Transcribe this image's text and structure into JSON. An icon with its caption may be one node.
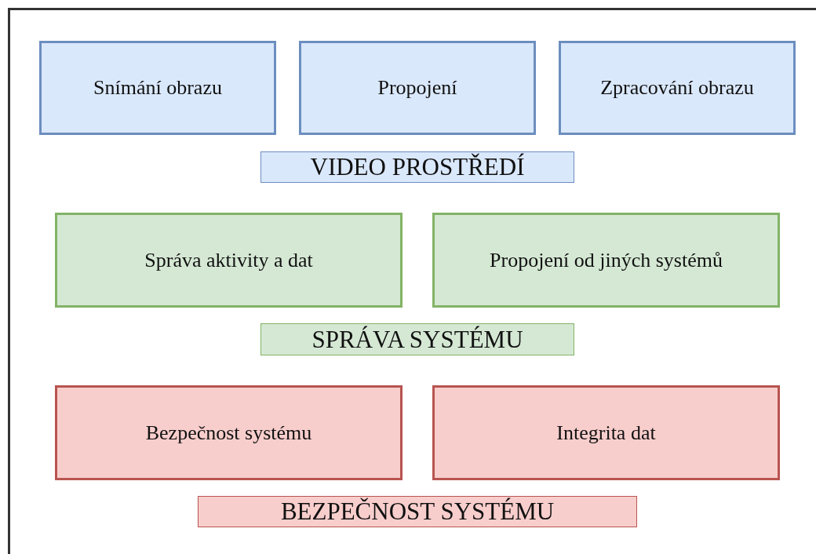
{
  "diagram": {
    "nodes": [
      {
        "text": [
          "Snímání obrazu"
        ]
      },
      {
        "text": [
          "Propojení"
        ]
      },
      {
        "text": [
          "Zpracování obrazu"
        ]
      },
      {
        "text": [
          "VIDEO PROSTŘEDÍ"
        ]
      },
      {
        "text": [
          "Správa aktivity a dat"
        ]
      },
      {
        "text": [
          "Propojení od jiných systémů"
        ]
      },
      {
        "text": [
          "SPRÁVA SYSTÉMU"
        ]
      },
      {
        "text": [
          "Bezpečnost systému"
        ]
      },
      {
        "text": [
          "Integrita dat"
        ]
      },
      {
        "text": [
          "BEZPEČNOST SYSTÉMU"
        ]
      }
    ]
  }
}
